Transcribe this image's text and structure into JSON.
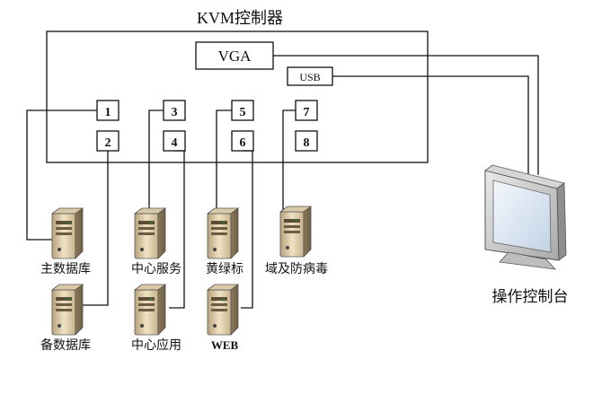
{
  "title": "KVM控制器",
  "ports": {
    "vga": "VGA",
    "usb": "USB",
    "numbers": [
      "1",
      "2",
      "3",
      "4",
      "5",
      "6",
      "7",
      "8"
    ]
  },
  "servers": [
    {
      "id": "main-db",
      "label": "主数据库"
    },
    {
      "id": "center-service",
      "label": "中心服务"
    },
    {
      "id": "yellow-green-label",
      "label": "黄绿标"
    },
    {
      "id": "domain-antivirus",
      "label": "域及防病毒"
    },
    {
      "id": "backup-db",
      "label": "备数据库"
    },
    {
      "id": "center-app",
      "label": "中心应用"
    },
    {
      "id": "web",
      "label": "WEB"
    }
  ],
  "console": {
    "label": "操作控制台"
  }
}
